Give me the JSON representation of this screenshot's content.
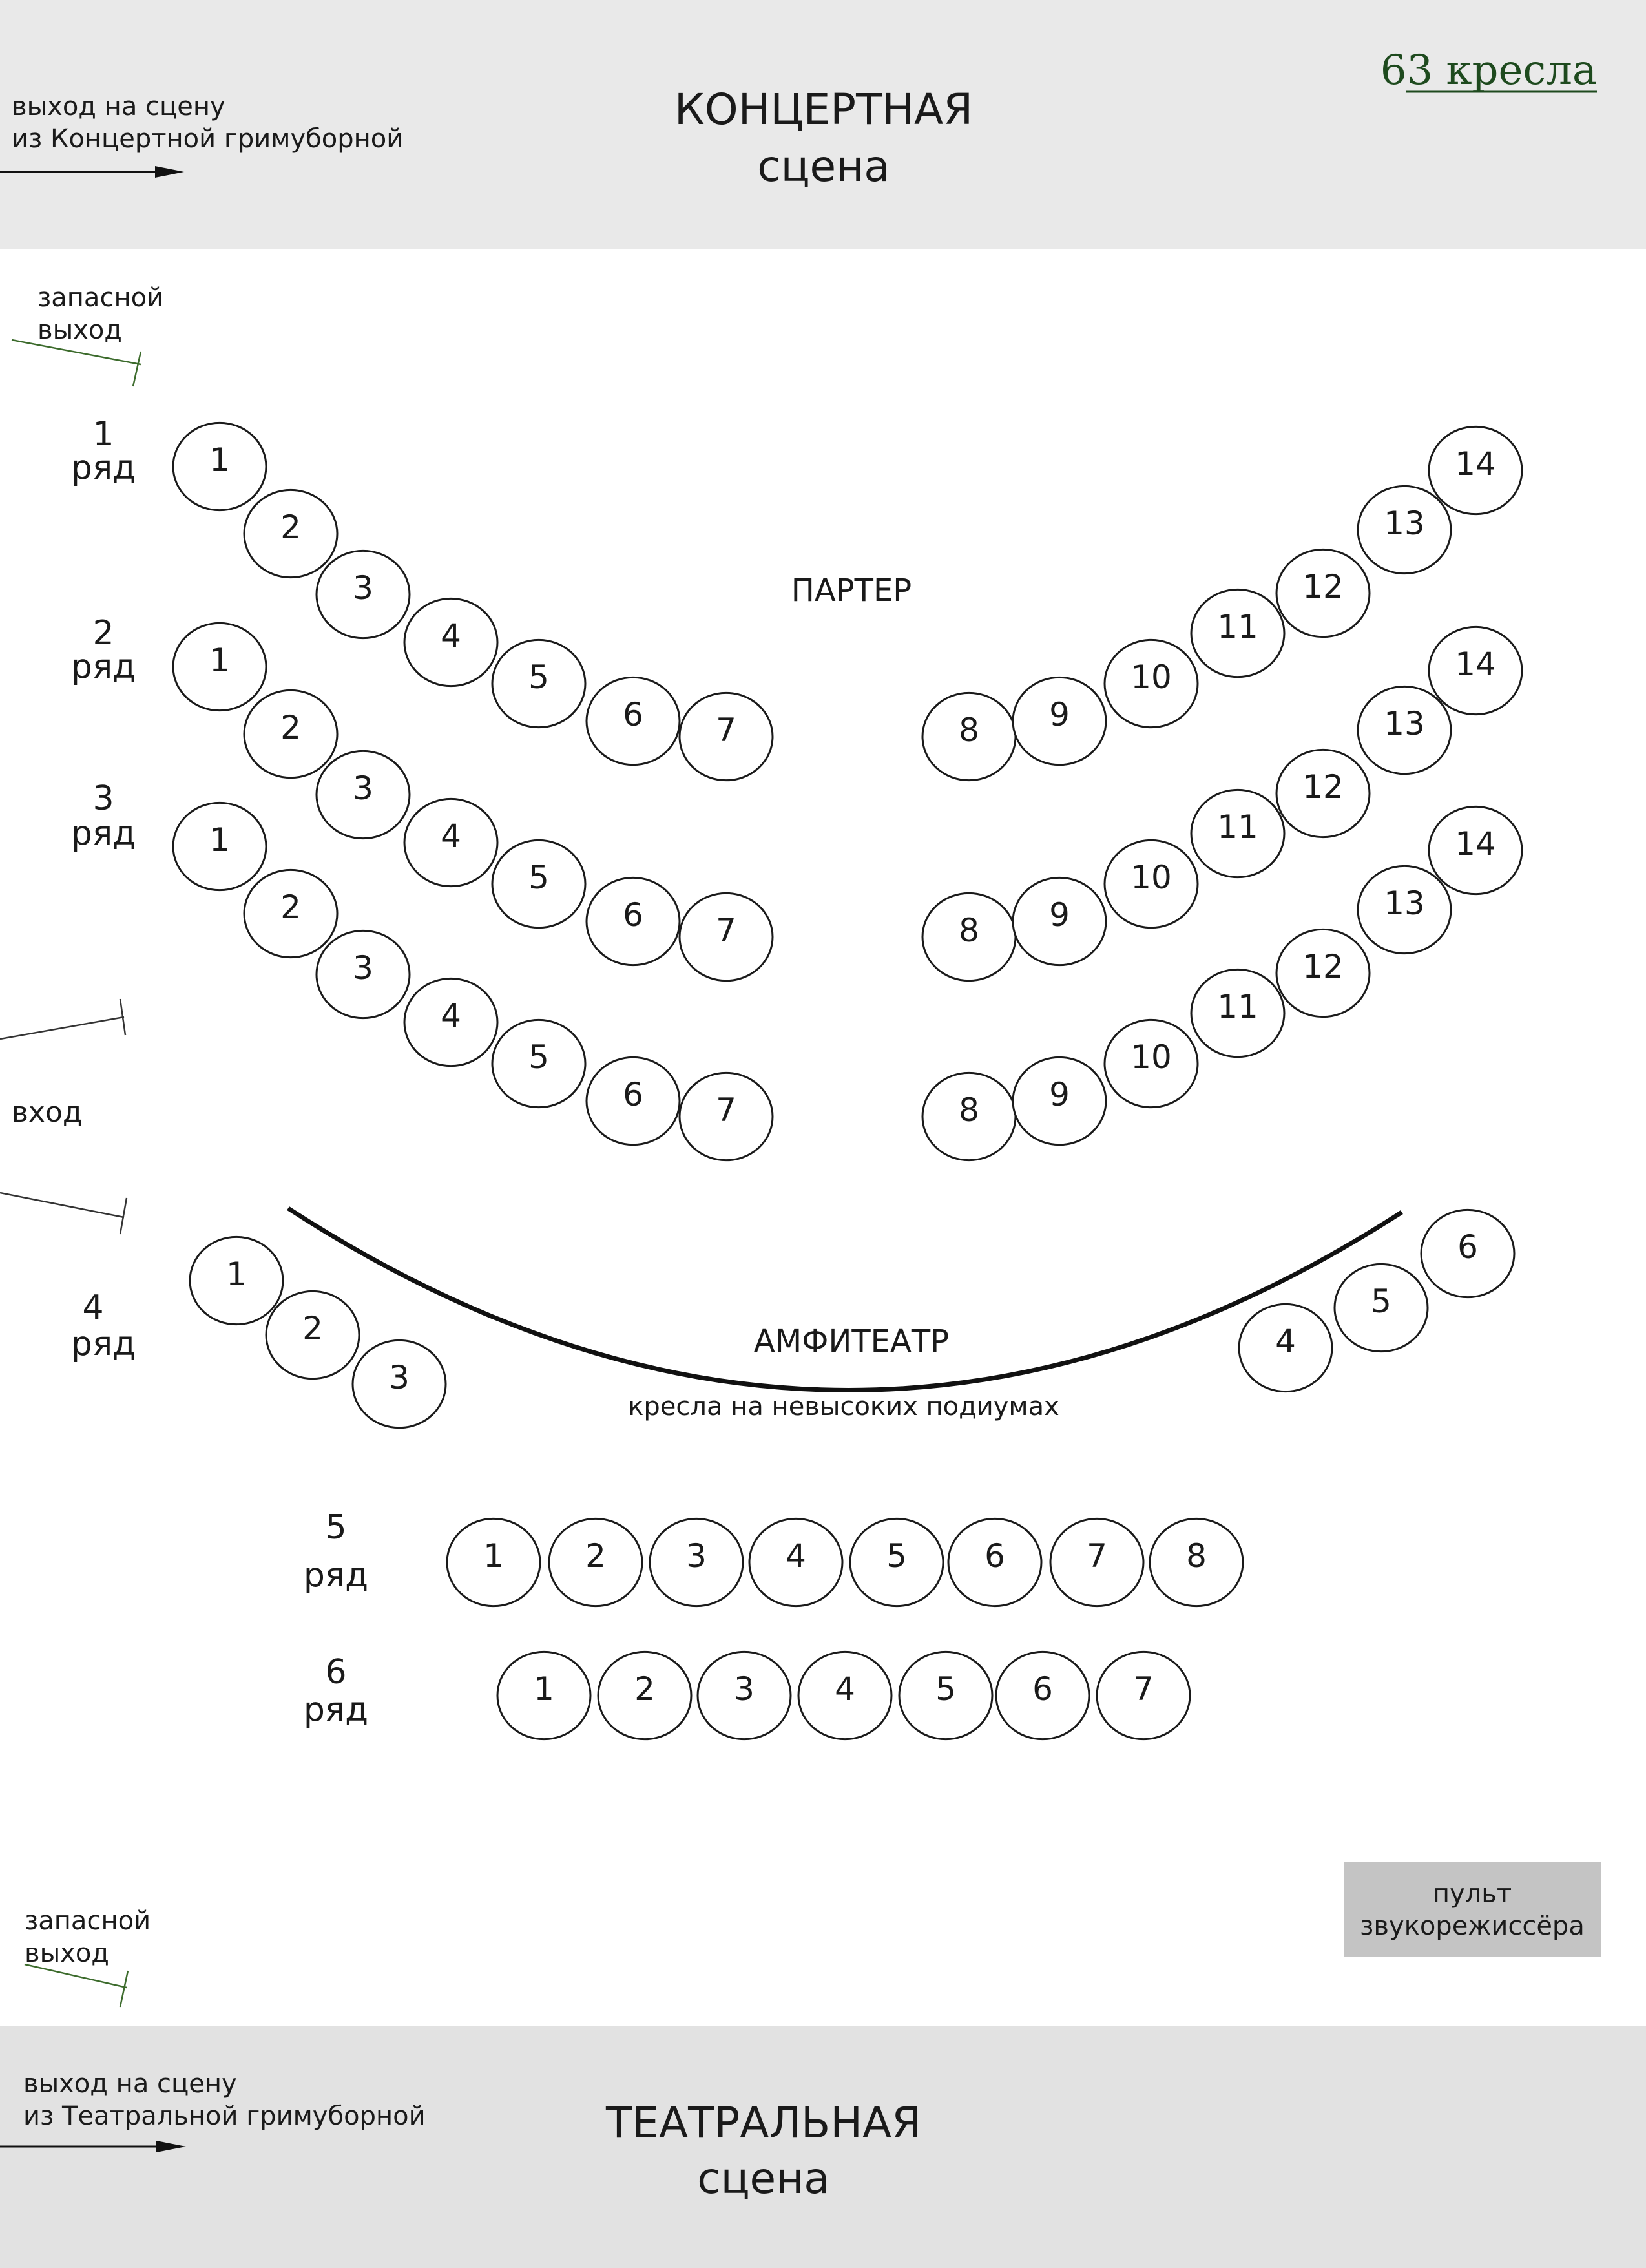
{
  "seats_count": "63 кресла",
  "stage_top": {
    "title": "КОНЦЕРТНАЯ",
    "subtitle": "сцена"
  },
  "stage_bottom": {
    "title": "ТЕАТРАЛЬНАЯ",
    "subtitle": "сцена"
  },
  "exit_top_note": {
    "line1": "выход на сцену",
    "line2": "из Концертной гримуборной"
  },
  "exit_bottom_note": {
    "line1": "выход на сцену",
    "line2": "из Театральной гримуборной"
  },
  "emergency_exit_top": {
    "line1": "запасной",
    "line2": "выход"
  },
  "emergency_exit_bottom": {
    "line1": "запасной",
    "line2": "выход"
  },
  "entrance": "вход",
  "parterre_label": "ПАРТЕР",
  "amphitheatre_label": "АМФИТЕАТР",
  "amphitheatre_note": "кресла на невысоких подиумах",
  "sound_console": {
    "line1": "пульт",
    "line2": "звукорежиссёра"
  },
  "row_word": "ряд",
  "rows": [
    {
      "number": "1",
      "section": "parterre",
      "seats": [
        "1",
        "2",
        "3",
        "4",
        "5",
        "6",
        "7",
        "8",
        "9",
        "10",
        "11",
        "12",
        "13",
        "14"
      ]
    },
    {
      "number": "2",
      "section": "parterre",
      "seats": [
        "1",
        "2",
        "3",
        "4",
        "5",
        "6",
        "7",
        "8",
        "9",
        "10",
        "11",
        "12",
        "13",
        "14"
      ]
    },
    {
      "number": "3",
      "section": "parterre",
      "seats": [
        "1",
        "2",
        "3",
        "4",
        "5",
        "6",
        "7",
        "8",
        "9",
        "10",
        "11",
        "12",
        "13",
        "14"
      ]
    },
    {
      "number": "4",
      "section": "amphitheatre",
      "seats": [
        "1",
        "2",
        "3",
        "4",
        "5",
        "6"
      ]
    },
    {
      "number": "5",
      "section": "amphitheatre",
      "seats": [
        "1",
        "2",
        "3",
        "4",
        "5",
        "6",
        "7",
        "8"
      ]
    },
    {
      "number": "6",
      "section": "amphitheatre",
      "seats": [
        "1",
        "2",
        "3",
        "4",
        "5",
        "6",
        "7"
      ]
    }
  ]
}
